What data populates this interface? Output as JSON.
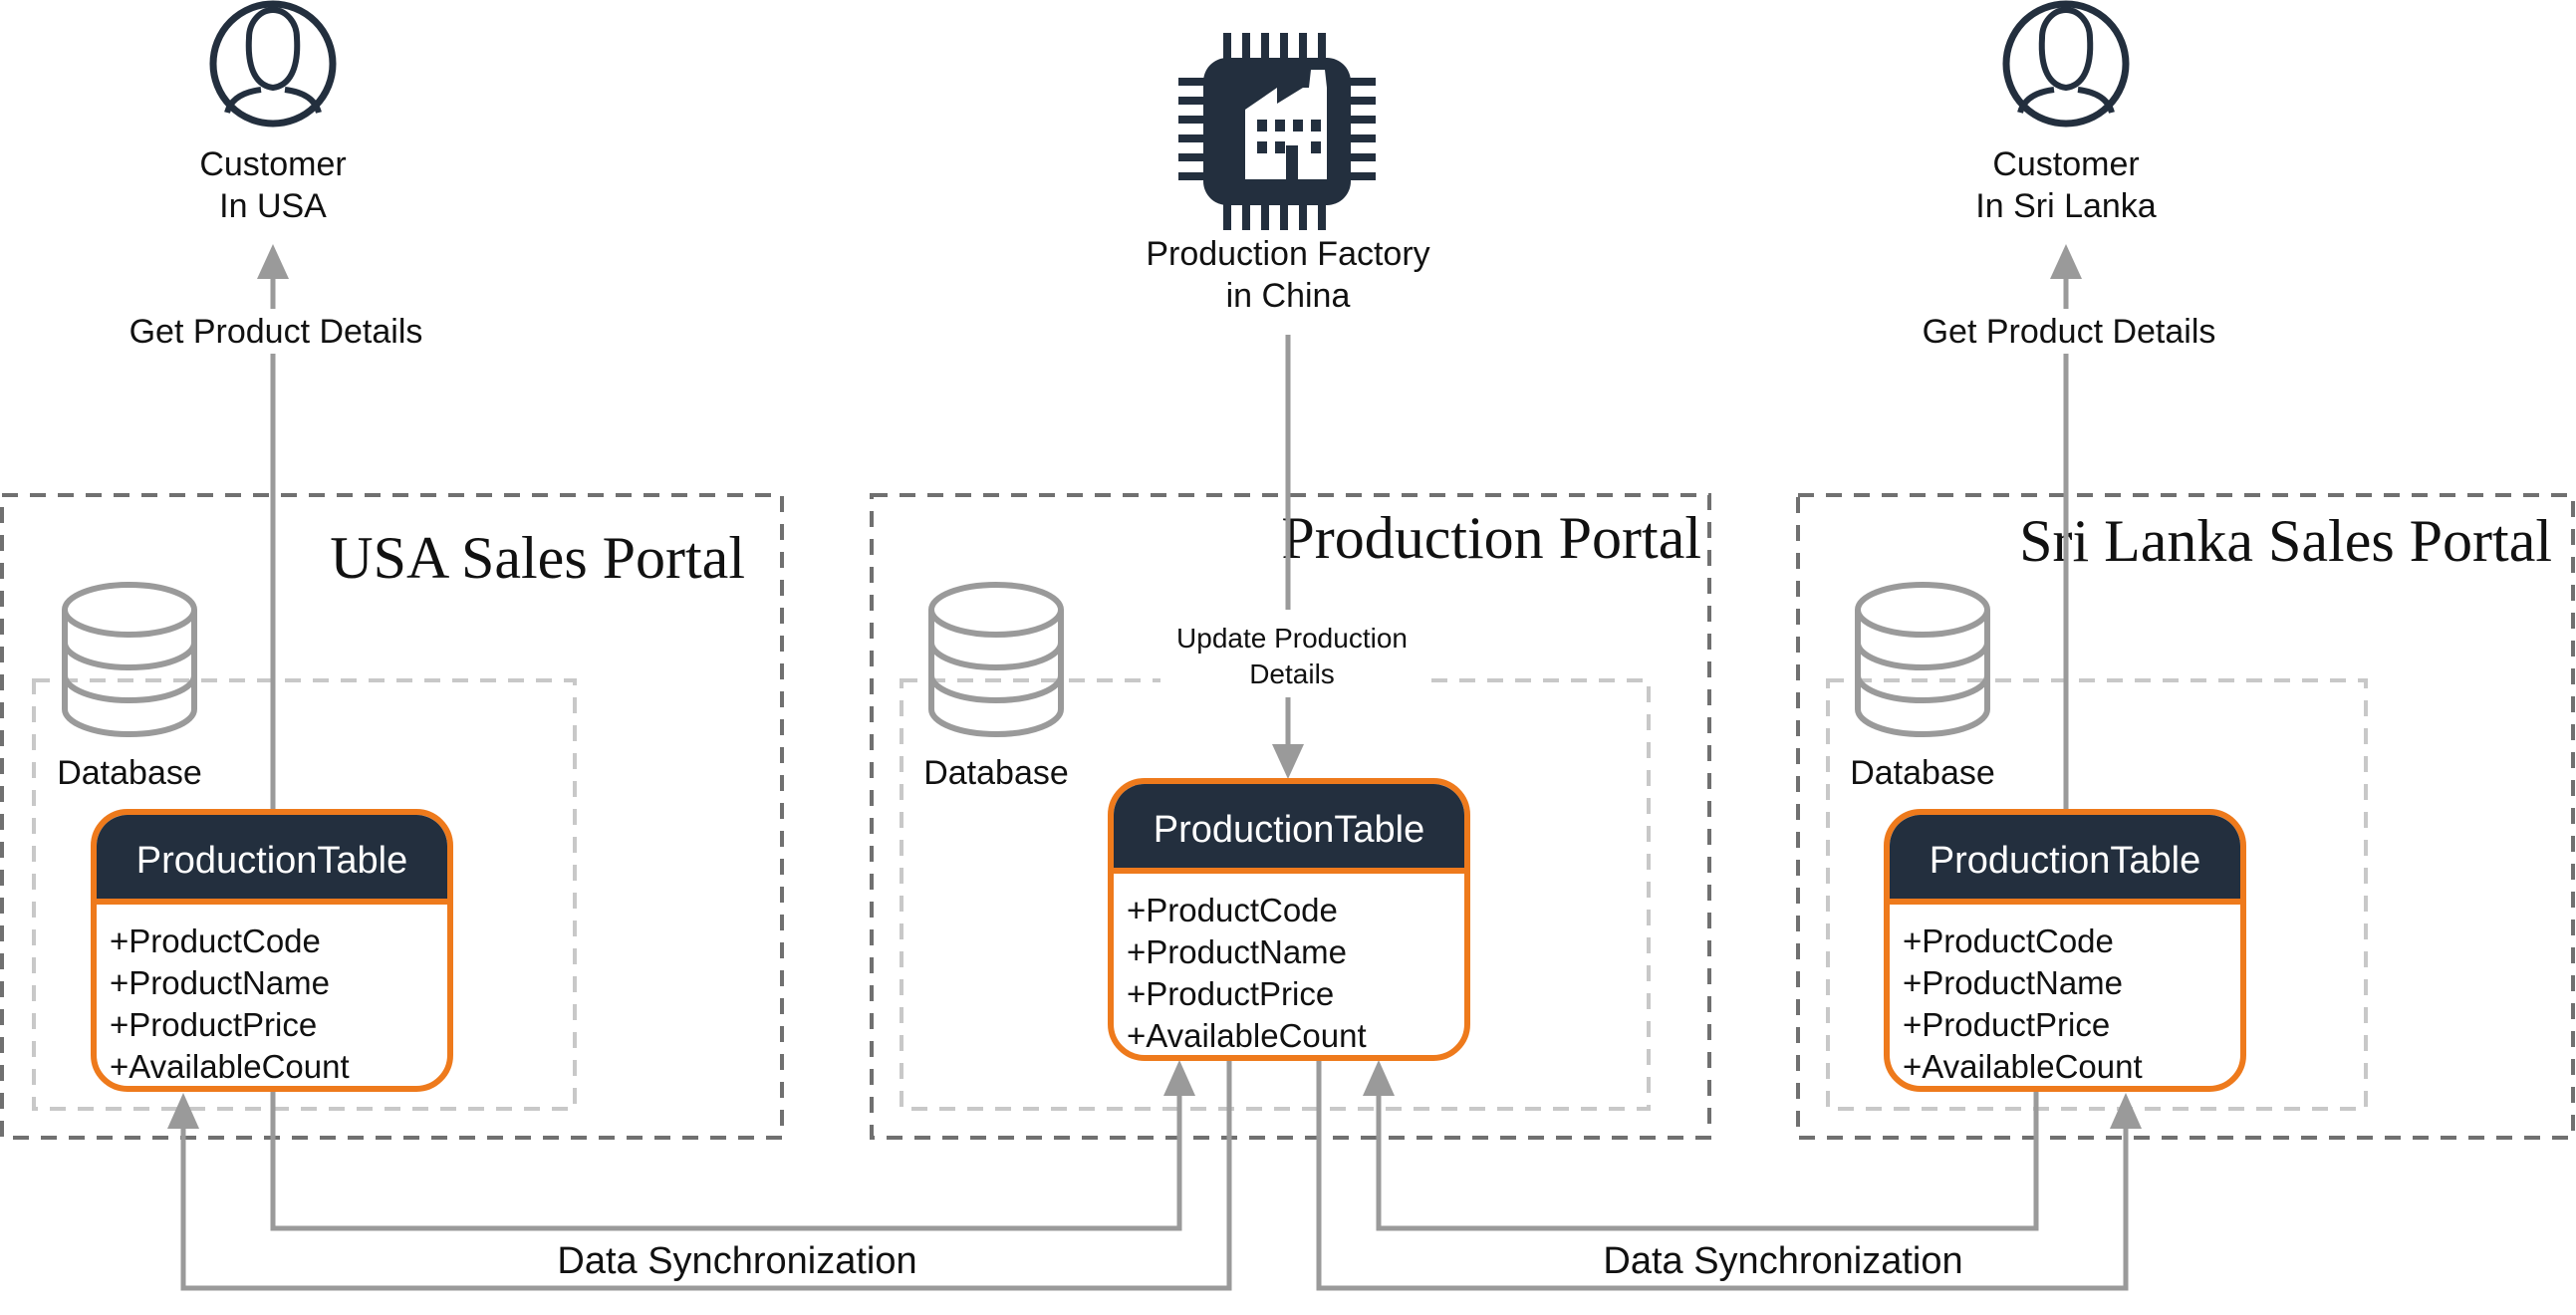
{
  "colors": {
    "table_border": "#ee7a1c",
    "table_header": "#232f3e",
    "connector": "#9a9a9a"
  },
  "actors": {
    "customer_usa": {
      "icon": "user-icon",
      "line1": "Customer",
      "line2": "In USA"
    },
    "factory": {
      "icon": "factory-chip-icon",
      "line1": "Production Factory",
      "line2": "in China"
    },
    "customer_sl": {
      "icon": "user-icon",
      "line1": "Customer",
      "line2": "In Sri Lanka"
    }
  },
  "portals": {
    "usa": {
      "title": "USA Sales Portal",
      "db_label": "Database",
      "table": {
        "name": "ProductionTable",
        "fields": [
          "+ProductCode",
          "+ProductName",
          "+ProductPrice",
          "+AvailableCount"
        ]
      }
    },
    "production": {
      "title": "Production Portal",
      "db_label": "Database",
      "table": {
        "name": "ProductionTable",
        "fields": [
          "+ProductCode",
          "+ProductName",
          "+ProductPrice",
          "+AvailableCount"
        ]
      }
    },
    "sl": {
      "title": "Sri Lanka Sales Portal",
      "db_label": "Database",
      "table": {
        "name": "ProductionTable",
        "fields": [
          "+ProductCode",
          "+ProductName",
          "+ProductPrice",
          "+AvailableCount"
        ]
      }
    }
  },
  "edges": {
    "usa_get": "Get Product Details",
    "sl_get": "Get Product Details",
    "update_line1": "Update Production",
    "update_line2": "Details",
    "sync_left": "Data Synchronization",
    "sync_right": "Data Synchronization"
  }
}
